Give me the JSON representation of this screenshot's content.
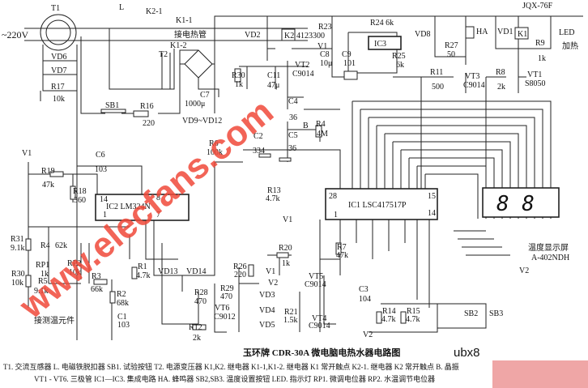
{
  "title": "玉环牌 CDR-30A 微电脑电热水器电路图",
  "legend": {
    "line1": "T1. 交流互感器   L. 电磁铁脱扣器   SB1. 试验按钮   T2. 电源变压器   K1,K2. 继电器   K1-1,K1-2. 继电器 K1 常开触点   K2-1. 继电器 K2 常开触点   B. 晶振",
    "line2": "VT1 - VT6. 三极管   IC1—IC3. 集成电路   HA. 蜂鸣器   SB2,SB3. 温度设置按钮   LED. 指示灯   RP1. 微调电位器   RP2. 水温调节电位器"
  },
  "watermark": "www.elecfans.com",
  "corner_mark": "ubx8",
  "display_digits": "8 8",
  "labels": {
    "T1": "T1",
    "ac": "~220V",
    "L": "L",
    "K2_1": "K2-1",
    "K1_1": "K1-1",
    "heater": "接电热管",
    "K1_2": "K1-2",
    "T2": "T2",
    "VD6": "VD6",
    "VD7": "VD7",
    "R17": "R17",
    "R17v": "10k",
    "SB1": "SB1",
    "R16": "R16",
    "R16v": "220",
    "C7": "C7",
    "C7v": "1000μ",
    "VD9": "VD9~VD12",
    "VD2": "VD2",
    "K2": "K2",
    "K2v": "4123300",
    "R23": "R23",
    "V1a": "V1",
    "R24": "R24 6k",
    "IC3": "IC3",
    "C8": "C8",
    "C8v": "10μ",
    "C9": "C9",
    "C9v": "101",
    "R25": "R25",
    "R25v": "6k",
    "VT2": "VT2",
    "VT2v": "C9014",
    "R30a": "R30",
    "R30av": "1k",
    "C11": "C11",
    "C11v": "47μ",
    "C4": "C4",
    "C4v": "36",
    "R4a": "R4",
    "R4av": "4M",
    "B": "B",
    "C5": "C5",
    "C5v": "36",
    "C2": "C2",
    "C2v": "334",
    "R6": "R6",
    "R6v": "100k",
    "VD8": "VD8",
    "HA": "HA",
    "R27": "R27",
    "R27v": "50",
    "VD1": "VD1",
    "K1": "K1",
    "JQX": "JQX-76F",
    "LED": "LED",
    "heat": "加热",
    "R9": "R9",
    "R9v": "1k",
    "R11": "R11",
    "R11v": "500",
    "VT3": "VT3",
    "VT3v": "C9014",
    "R8": "R8",
    "R8v": "2k",
    "VT1": "VT1",
    "VT1v": "S8050",
    "V1b": "V1",
    "C6": "C6",
    "C6v": "103",
    "R19": "R19",
    "R19v": "47k",
    "R18": "R18",
    "R18v": "360",
    "IC2": "IC2 LM324N",
    "p14": "14",
    "p8": "8",
    "p7": "7",
    "p1": "1",
    "R31": "R31",
    "R31v": "9.1k",
    "R4": "R4",
    "R4v": "62k",
    "RP1": "RP1",
    "RP1v": "1k",
    "RP2": "RP2",
    "RP2v": "10k",
    "R30": "R30",
    "R30v": "10k",
    "R5": "R5",
    "R5v": "9.1k",
    "R3": "R3",
    "R3v": "66k",
    "R1": "R1",
    "R1v": "4.7k",
    "R2": "R2",
    "R2v": "68k",
    "C1": "C1",
    "C1v": "103",
    "sensor": "接测温元件",
    "VD13": "VD13",
    "VD14": "VD14",
    "R28": "R28",
    "R28v": "470",
    "R29": "R29",
    "R29v": "470",
    "VT6": "VT6",
    "VT6v": "C9012",
    "R12": "R12",
    "R12v": "2k",
    "R13": "R13",
    "R13v": "4.7k",
    "V1c": "V1",
    "IC1": "IC1 LSC417517P",
    "q28": "28",
    "q1": "1",
    "q15": "15",
    "q14": "14",
    "disp": "温度显示屏",
    "dispv": "A-402NDH",
    "V2a": "V2",
    "R20": "R20",
    "R20v": "1k",
    "R26": "R26",
    "R26v": "220",
    "V1d": "V1",
    "V2b": "V2",
    "VD3": "VD3",
    "VD4": "VD4",
    "VD5": "VD5",
    "VT5": "VT5",
    "VT5v": "C9014",
    "R7": "R7",
    "R7v": "47k",
    "C3": "C3",
    "C3v": "104",
    "R21": "R21",
    "R21v": "1.5k",
    "VT4": "VT4",
    "VT4v": "C9014",
    "R14": "R14",
    "R14v": "4.7k",
    "R15": "R15",
    "R15v": "4.7k",
    "SB2": "SB2",
    "SB3": "SB3",
    "V2c": "V2"
  }
}
